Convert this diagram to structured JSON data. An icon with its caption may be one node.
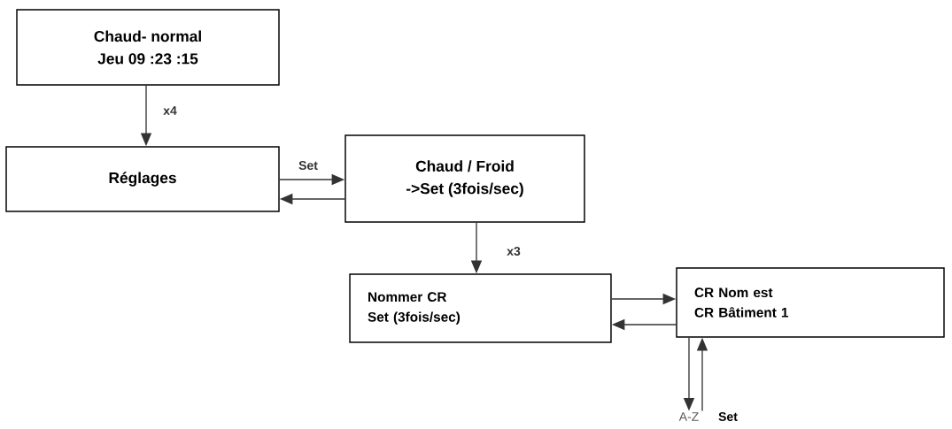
{
  "diagram": {
    "nodes": [
      {
        "text": [
          "Chaud- normal",
          "Jeu 09 :23 :15"
        ]
      },
      {
        "text": [
          "Réglages"
        ]
      },
      {
        "text": [
          "Chaud / Froid",
          "->Set (3fois/sec)"
        ]
      },
      {
        "text": [
          "Nommer CR",
          "Set (3fois/sec)"
        ]
      },
      {
        "text": [
          "CR Nom est",
          "CR Bâtiment 1"
        ]
      },
      {
        "text": [
          "A-Z"
        ]
      },
      {
        "text": [
          "Set"
        ]
      }
    ],
    "edges": [
      {
        "from": 0,
        "to": 1,
        "arrow": "to",
        "label": "x4"
      },
      {
        "from": 1,
        "to": 2,
        "arrow": "to",
        "label": "Set"
      },
      {
        "from": 2,
        "to": 1,
        "arrow": "to"
      },
      {
        "from": 2,
        "to": 3,
        "arrow": "to",
        "label": "x3"
      },
      {
        "from": 3,
        "to": 4,
        "arrow": "to"
      },
      {
        "from": 4,
        "to": 3,
        "arrow": "to"
      },
      {
        "from": 4,
        "to": 5,
        "arrow": "to"
      },
      {
        "from": 6,
        "to": 4,
        "arrow": "to"
      }
    ]
  }
}
